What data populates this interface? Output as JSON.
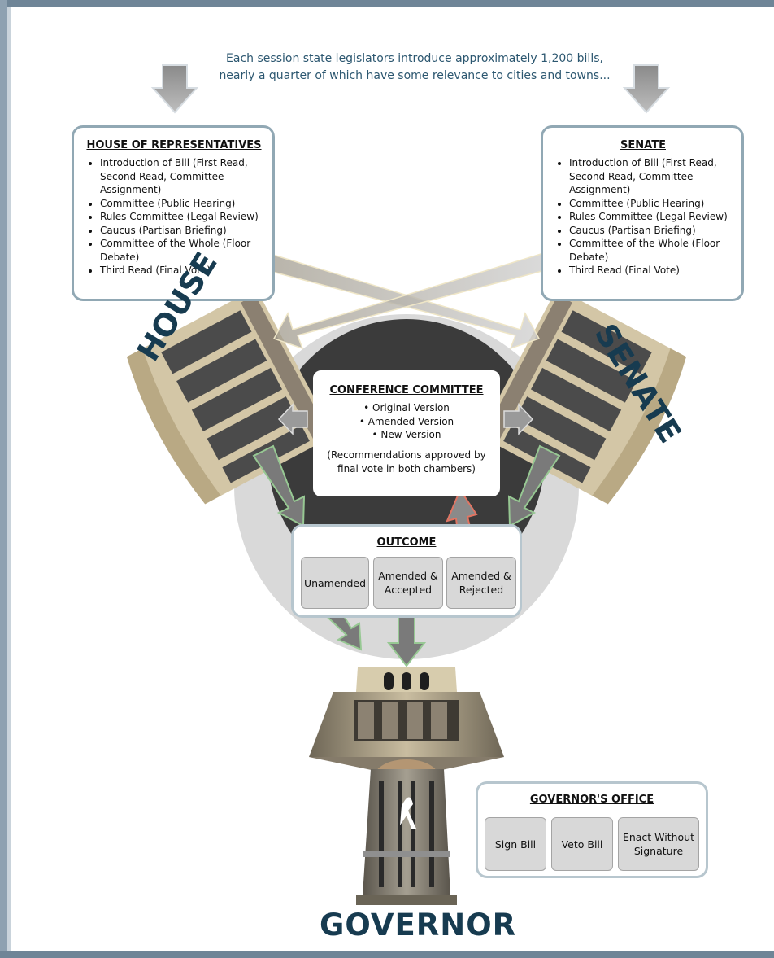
{
  "intro": {
    "line1": "Each session state legislators introduce approximately 1,200 bills,",
    "line2": "nearly a quarter of which have some relevance to cities and towns..."
  },
  "house": {
    "title": "HOUSE OF REPRESENTATIVES",
    "items": [
      "Introduction of Bill (First Read, Second Read, Committee Assignment)",
      "Committee (Public Hearing)",
      "Rules Committee (Legal Review)",
      "Caucus (Partisan Briefing)",
      "Committee of the Whole (Floor Debate)",
      "Third Read (Final Vote)"
    ],
    "label": "HOUSE"
  },
  "senate": {
    "title": "SENATE",
    "items": [
      "Introduction of Bill (First Read, Second Read, Committee Assignment)",
      "Committee (Public Hearing)",
      "Rules Committee (Legal Review)",
      "Caucus (Partisan Briefing)",
      "Committee of the Whole (Floor Debate)",
      "Third Read (Final Vote)"
    ],
    "label": "SENATE"
  },
  "conference": {
    "title": "CONFERENCE COMMITTEE",
    "items": [
      "Original Version",
      "Amended Version",
      "New Version"
    ],
    "note_line1": "(Recommendations approved by",
    "note_line2": "final vote in both chambers)"
  },
  "outcome": {
    "title": "OUTCOME",
    "options": [
      "Unamended",
      "Amended & Accepted",
      "Amended & Rejected"
    ]
  },
  "governor_office": {
    "title": "GOVERNOR'S OFFICE",
    "options": [
      "Sign Bill",
      "Veto Bill",
      "Enact Without Signature"
    ]
  },
  "governor_label": "GOVERNOR",
  "colors": {
    "frame": "#6f8597",
    "box_border": "#91a8b4",
    "label_text": "#173b50",
    "intro_text": "#2c5770",
    "outer_circle": "#d6d6d6",
    "inner_circle": "#3a3a3a",
    "arrow_green": "#8fbf8a",
    "arrow_red": "#e06a5a"
  }
}
